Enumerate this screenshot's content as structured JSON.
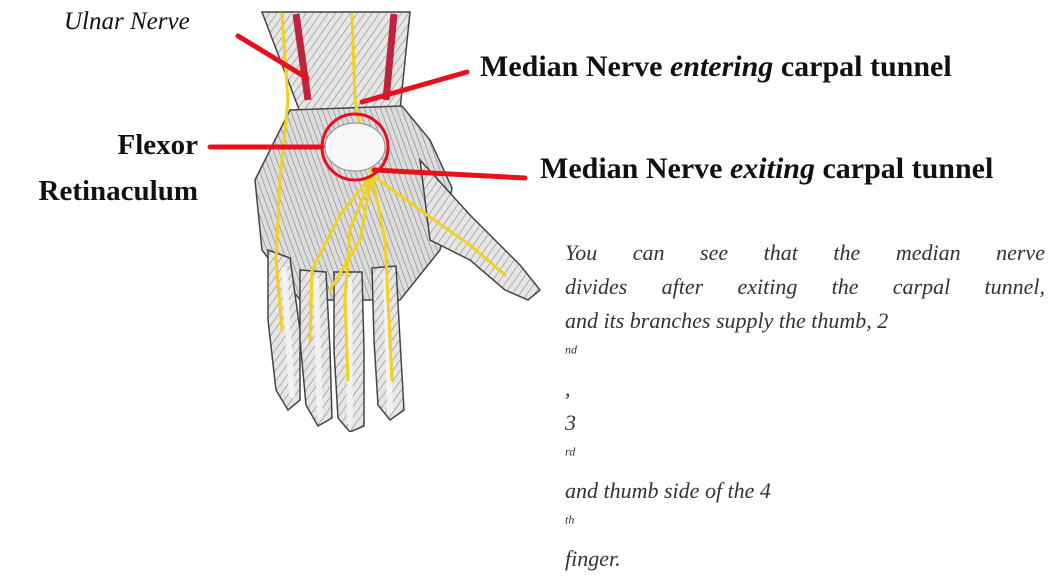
{
  "labels": {
    "ulnar": "Ulnar Nerve",
    "flexor_line1": "Flexor",
    "flexor_line2": "Retinaculum",
    "entering_pre": "Median Nerve ",
    "entering_em": "entering",
    "entering_post": " carpal tunnel",
    "exiting_pre": "Median Nerve ",
    "exiting_em": "exiting",
    "exiting_post": " carpal tunnel"
  },
  "caption": {
    "line1": "You can see that the median nerve",
    "line2": "divides after exiting the carpal tunnel,",
    "line3_a": "and its branches supply the thumb, 2",
    "line3_sup": "nd",
    "line3_b": ",",
    "line4_a": "3",
    "line4_sup1": "rd",
    "line4_b": " and thumb side of the 4",
    "line4_sup2": "th",
    "line4_c": " finger."
  },
  "colors": {
    "pointer": "#e8101c",
    "nerve": "#f2d21e",
    "artery": "#c0243a",
    "tissue": "#d9d9d9"
  }
}
